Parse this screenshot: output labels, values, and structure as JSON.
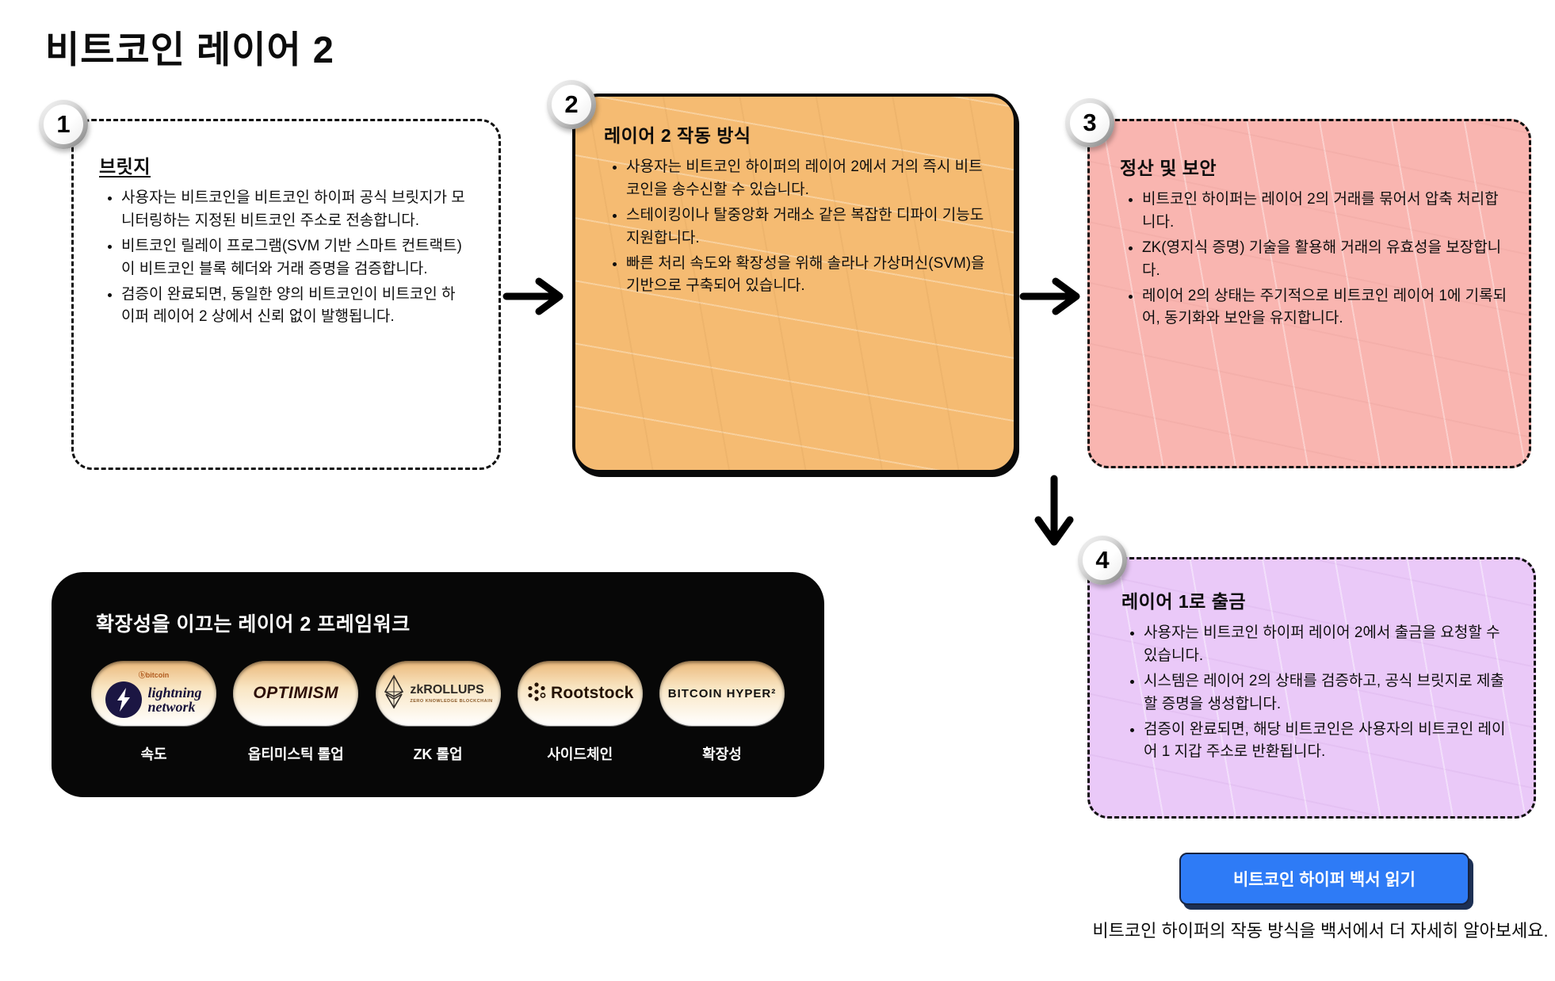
{
  "page": {
    "title": "비트코인 레이어 2"
  },
  "steps": [
    {
      "number": "1",
      "title": "브릿지",
      "bullets": [
        "사용자는 비트코인을 비트코인 하이퍼 공식 브릿지가 모니터링하는 지정된 비트코인 주소로 전송합니다.",
        "비트코인 릴레이 프로그램(SVM 기반 스마트 컨트랙트)이 비트코인 블록 헤더와 거래 증명을 검증합니다.",
        "검증이 완료되면, 동일한 양의 비트코인이 비트코인 하이퍼 레이어 2 상에서 신뢰 없이 발행됩니다."
      ]
    },
    {
      "number": "2",
      "title": "레이어 2 작동 방식",
      "bullets": [
        "사용자는 비트코인 하이퍼의 레이어 2에서 거의 즉시 비트코인을 송수신할 수 있습니다.",
        "스테이킹이나 탈중앙화 거래소 같은 복잡한 디파이 기능도 지원합니다.",
        "빠른 처리 속도와 확장성을 위해 솔라나 가상머신(SVM)을 기반으로 구축되어 있습니다."
      ]
    },
    {
      "number": "3",
      "title": "정산 및 보안",
      "bullets": [
        "비트코인 하이퍼는 레이어 2의 거래를 묶어서 압축 처리합니다.",
        "ZK(영지식 증명) 기술을 활용해 거래의 유효성을 보장합니다.",
        "레이어 2의 상태는 주기적으로 비트코인 레이어 1에 기록되어, 동기화와 보안을 유지합니다."
      ]
    },
    {
      "number": "4",
      "title": "레이어 1로 출금",
      "bullets": [
        "사용자는 비트코인 하이퍼 레이어 2에서 출금을 요청할 수 있습니다.",
        "시스템은 레이어 2의 상태를 검증하고, 공식 브릿지로 제출할 증명을 생성합니다.",
        "검증이 완료되면, 해당 비트코인은 사용자의 비트코인 레이어 1 지갑 주소로 반환됩니다."
      ]
    }
  ],
  "frameworks": {
    "title": "확장성을 이끄는 레이어 2 프레임워크",
    "items": [
      {
        "logo": "lightning-network",
        "logo_small": "ⓑbitcoin",
        "logo_line1": "lightning",
        "logo_line2": "network",
        "caption": "속도"
      },
      {
        "logo": "optimism",
        "logo_text": "OPTIMISM",
        "caption": "옵티미스틱 롤업"
      },
      {
        "logo": "zk-rollups",
        "logo_text": "zkROLLUPS",
        "logo_sub": "ZERO KNOWLEDGE BLOCKCHAIN",
        "caption": "ZK 롤업"
      },
      {
        "logo": "rootstock",
        "logo_text": "Rootstock",
        "caption": "사이드체인"
      },
      {
        "logo": "bitcoin-hyper",
        "logo_text": "BITCOIN HYPER²",
        "caption": "확장성"
      }
    ]
  },
  "cta": {
    "button_label": "비트코인 하이퍼 백서 읽기",
    "caption": "비트코인 하이퍼의 작동 방식을 백서에서 더 자세히 알아보세요."
  },
  "colors": {
    "box_orange": "#f5bb72",
    "box_pink": "#f9b5b0",
    "box_purple": "#eac9f8",
    "banner_black": "#070707",
    "button_blue": "#2e7bf6"
  }
}
